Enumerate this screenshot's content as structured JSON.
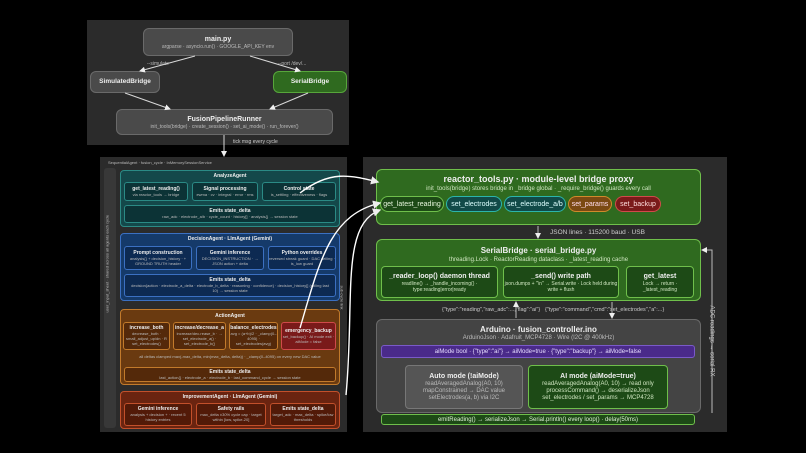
{
  "top": {
    "main": {
      "title": "main.py",
      "sub": "argparse · asyncio.run() · GOOGLE_API_KEY env"
    },
    "simulate_label": "--simulate",
    "port_label": "--port /dev/...",
    "simulated": {
      "title": "SimulatedBridge"
    },
    "serial": {
      "title": "SerialBridge"
    },
    "fusion": {
      "title": "FusionPipelineRunner",
      "sub": "init_tools(bridge) · create_session() · set_ai_mode() · run_forever()"
    },
    "tick_label": "tick msg every cycle"
  },
  "left": {
    "header": "SequentialAgent · fusion_cycle · InMemorySessionService",
    "side_label": "user_input_sheet · shared across all agents each cycle",
    "right_side_label": "sub-cycle link",
    "analyze": {
      "title": "AnalyzeAgent",
      "boxes": [
        {
          "title": "get_latest_reading()",
          "sub": "via reactor_tools → bridge"
        },
        {
          "title": "Signal processing",
          "sub": "ewma · cv · integral · error · rms"
        },
        {
          "title": "Control state",
          "sub": "is_settling · effectiveness · flags"
        }
      ],
      "emit_title": "Emits state_delta",
      "emit_sub": "raw_adc · electrode_a/b · cycle_count · history[] · analysis{} → session state"
    },
    "decision": {
      "title": "DecisionAgent · LlmAgent (Gemini)",
      "boxes": [
        {
          "title": "Prompt construction",
          "sub": "analysis{} + decision_history · + GROUND TRUTH header"
        },
        {
          "title": "Gemini inference",
          "sub": "DECISION_INSTRUCTION · → JSON action + delta"
        },
        {
          "title": "Python overrides",
          "sub": "reversed streak guard · DAC ceiling · is_low guard"
        }
      ],
      "emit_title": "Emits state_delta",
      "emit_sub": "decision{action · electrode_a_delta · electrode_b_delta · reasoning · confidence} · decision_history[] (rolling last 10) → session state"
    },
    "action": {
      "title": "ActionAgent",
      "boxes": [
        {
          "title": "increase_both",
          "sub": "decrease_both · small_adjust_up/dn · R set_electrodes()"
        },
        {
          "title": "increase/decrease_a",
          "sub": "increase/dec.rease_b · → set_electrode_a() · set_electrode_b()"
        },
        {
          "title": "balance_electrodes",
          "sub": "avg = (a+b)/2 · _clamp(0–4095) · set_electrodes(avg)"
        },
        {
          "title": "emergency_backup",
          "sub": "set_backup() · AI mode exit · aiMode = false"
        }
      ],
      "clamp_note": "all deltas clamped max(-max_delta, min(max_delta, delta)) · _clamp(0–4095) on every new DAC value",
      "emit_title": "Emits state_delta",
      "emit_sub": "last_action{} · electrode_a · electrode_b · last_command_cycle → session state"
    },
    "improvement": {
      "title": "ImprovementAgent · LlmAgent (Gemini)",
      "boxes": [
        {
          "title": "Gemini inference",
          "sub": "analysis + decision + · recent 5 history entries"
        },
        {
          "title": "Safety rails",
          "sub": "max_delta ±30% cycle cap · target within [low, spike-20]"
        },
        {
          "title": "Emits state_delta",
          "sub": "target_adc · max_delta · spike/low thresholds"
        }
      ]
    }
  },
  "right": {
    "tools": {
      "title": "reactor_tools.py · module-level bridge proxy",
      "sub": "init_tools(bridge) stores bridge in _bridge global · _require_bridge() guards every call",
      "pills": [
        "get_latest_reading",
        "set_electrodes",
        "set_electrode_a/b",
        "set_params",
        "set_backup"
      ]
    },
    "json_label": "JSON lines · 115200 baud · USB",
    "serialpy": {
      "title": "SerialBridge · serial_bridge.py",
      "sub": "threading.Lock · ReactorReading dataclass · _latest_reading cache",
      "boxes": [
        {
          "title": "_reader_loop() daemon thread",
          "sub": "readline() → _handle_incoming() · type:reading|error|ready"
        },
        {
          "title": "_send() write path",
          "sub": "json.dumps + \"\\n\" → Serial.write · Lock held during write + flush"
        },
        {
          "title": "get_latest",
          "sub": "Lock → return · _latest_reading"
        }
      ]
    },
    "msg_line1": "{\"type\":\"reading\",\"raw_adc\":...,\"flag\":\"ai\"}",
    "msg_line2": "{\"type\":\"command\",\"cmd\":\"set_electrodes\",\"a\":...}",
    "side_label": "ADC readings → serial RX",
    "arduino": {
      "title": "Arduino · fusion_controller.ino",
      "sub": "ArduinoJson · Adafruit_MCP4728 · Wire (I2C @ 400kHz)",
      "bar": "aiMode bool · {\"type\":\"ai\"} → aiMode=true · {\"type\":\"backup\"} → aiMode=false",
      "auto": {
        "title": "Auto mode (!aiMode)",
        "lines": [
          "readAveragedAnalog(A0, 10)",
          "mapConstrained → DAC value",
          "setElectrodes(a, b) via I2C"
        ]
      },
      "ai": {
        "title": "AI mode (aiMode=true)",
        "lines": [
          "readAveragedAnalog(A0, 10) → read only",
          "processCommand() → deserializeJson",
          "set_electrodes / set_params → MCP4728"
        ]
      },
      "emit": "emitReading() → serializeJson → Serial.println() every loop() · delay(50ms)"
    }
  }
}
